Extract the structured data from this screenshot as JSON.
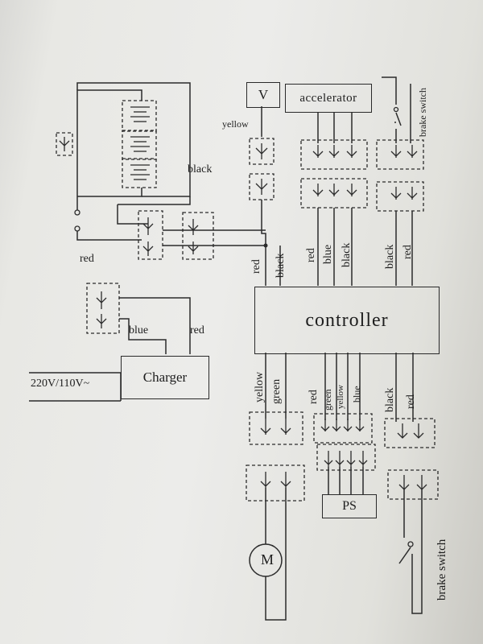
{
  "components": {
    "v_meter": "V",
    "accelerator": "accelerator",
    "controller": "controller",
    "charger": "Charger",
    "ps": "PS",
    "motor": "M",
    "mains": "220V/110V~"
  },
  "labels": {
    "top_brake_switch": "brake switch",
    "bottom_brake_switch": "brake switch",
    "battery_black": "black",
    "battery_red": "red",
    "charger_blue": "blue",
    "charger_red": "red",
    "v_yellow": "yellow",
    "power_red": "red",
    "power_black": "black",
    "accel_red": "red",
    "accel_blue": "blue",
    "accel_black": "black",
    "brake_top_black": "black",
    "brake_top_red": "red",
    "motor_yellow": "yellow",
    "motor_green": "green",
    "ps_red": "red",
    "ps_green": "green",
    "ps_yellow": "yellow",
    "ps_blue": "blue",
    "brake_bottom_black": "black",
    "brake_bottom_red": "red"
  }
}
